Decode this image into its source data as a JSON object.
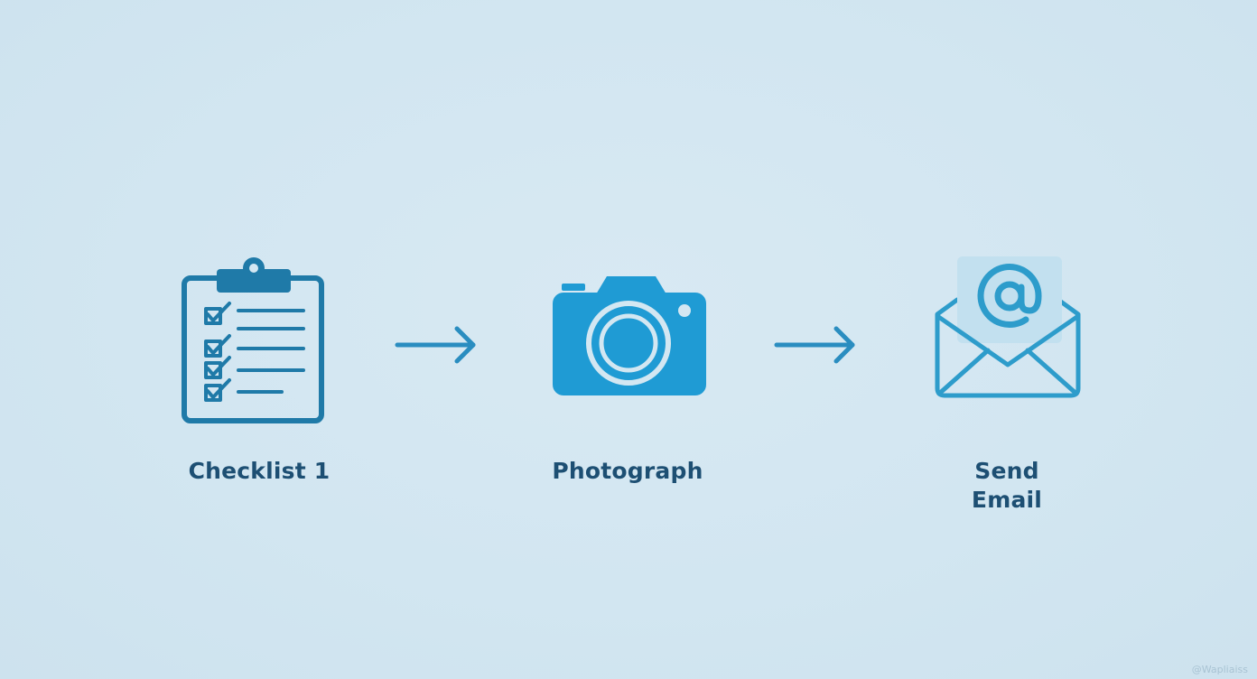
{
  "steps": [
    {
      "label": "Checklist 1",
      "icon": "clipboard-checklist-icon"
    },
    {
      "label": "Photograph",
      "icon": "camera-icon"
    },
    {
      "label_line1": "Send",
      "label_line2": "Email",
      "icon": "envelope-at-icon"
    }
  ],
  "watermark": "@Wapliaiss",
  "colors": {
    "background": "#d3e7f2",
    "icon_dark": "#1f7aa8",
    "icon_camera": "#1f9bd4",
    "icon_envelope": "#2d9ccb",
    "label": "#1d4f73",
    "arrow": "#2a8dc0"
  }
}
